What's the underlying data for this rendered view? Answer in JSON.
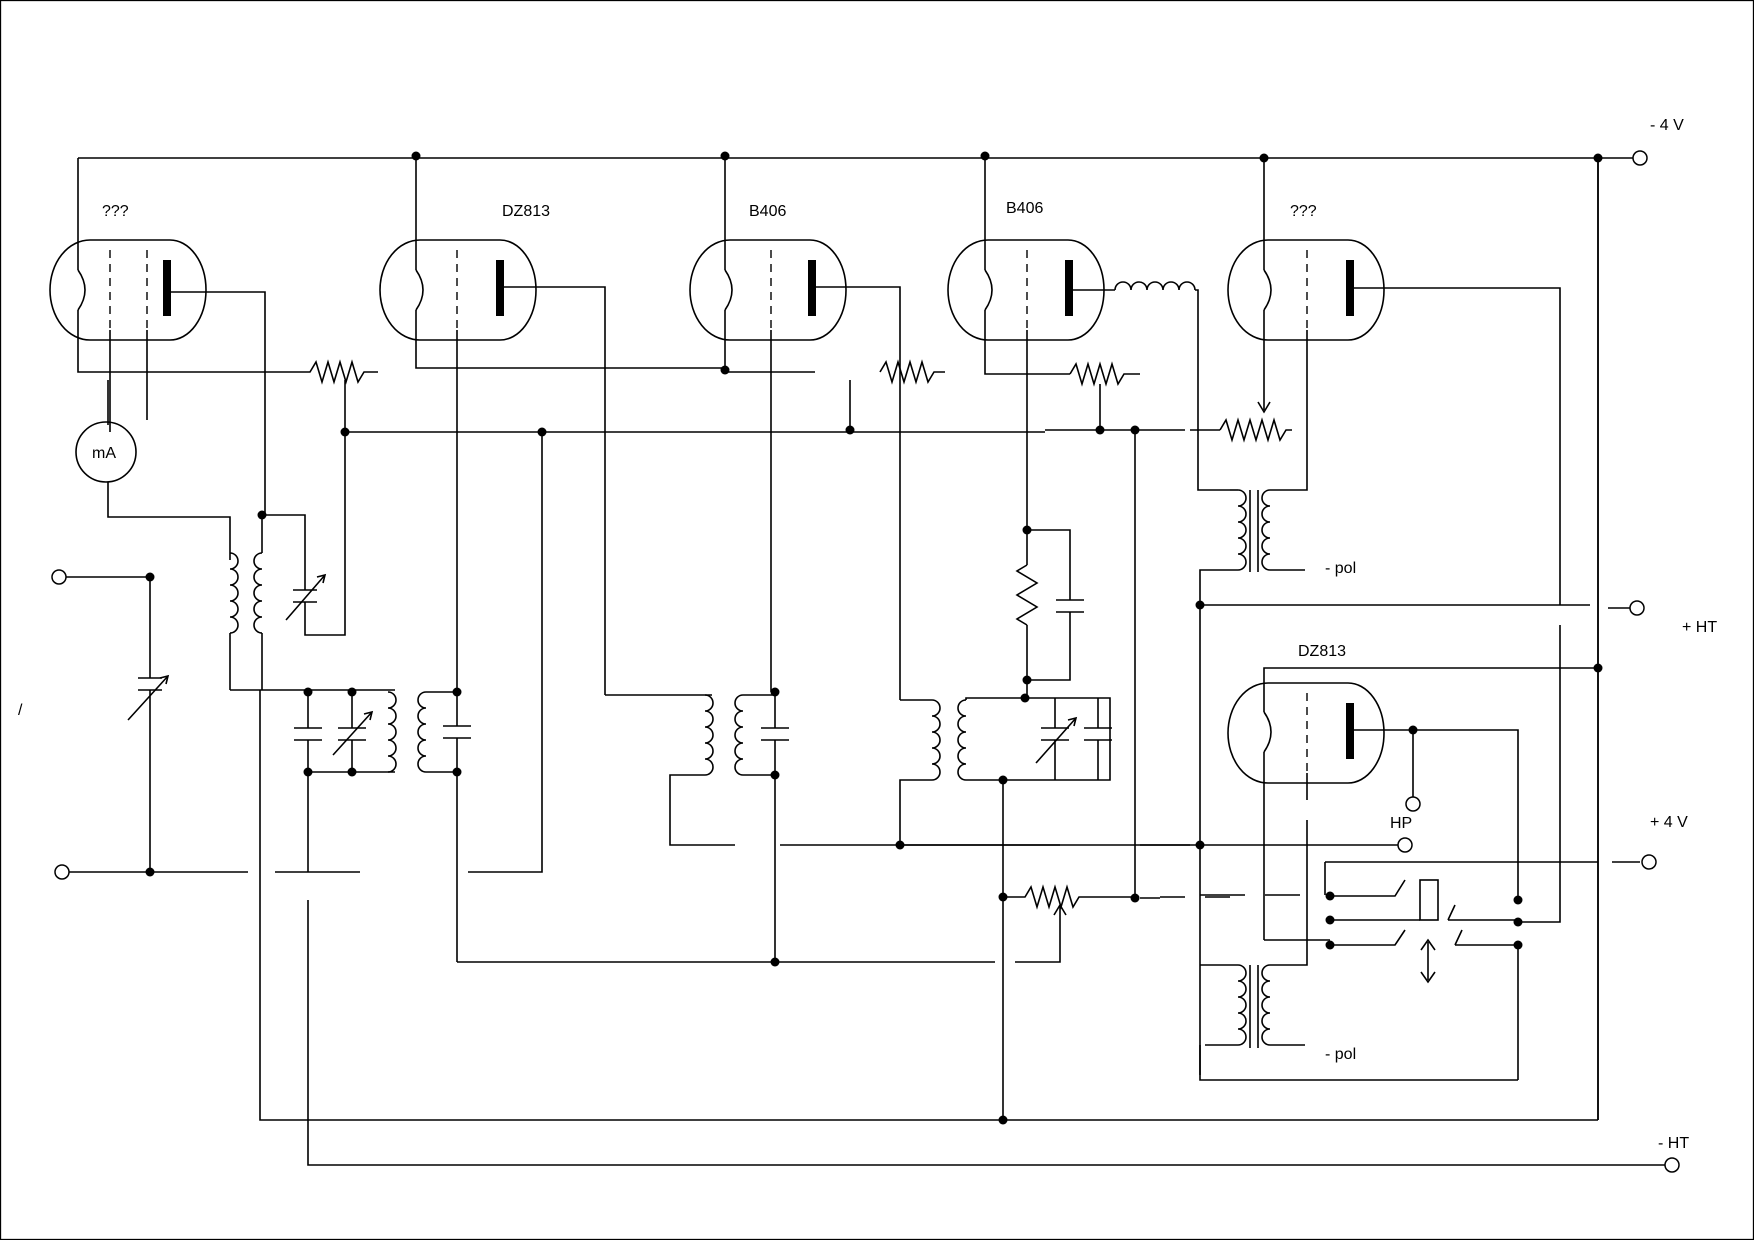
{
  "tubes": [
    {
      "id": "t1",
      "label": "???"
    },
    {
      "id": "t2",
      "label": "DZ813"
    },
    {
      "id": "t3",
      "label": "B406"
    },
    {
      "id": "t4",
      "label": "B406"
    },
    {
      "id": "t5",
      "label": "???"
    },
    {
      "id": "t6",
      "label": "DZ813"
    }
  ],
  "meter": {
    "label": "mA"
  },
  "terminals": {
    "minus_4v": "- 4 V",
    "plus_ht": "+ HT",
    "plus_4v": "+ 4 V",
    "minus_ht": "- HT",
    "hp": "HP"
  },
  "transformers": {
    "pol_upper": "- pol",
    "pol_lower": "- pol"
  },
  "stray_mark": "/"
}
